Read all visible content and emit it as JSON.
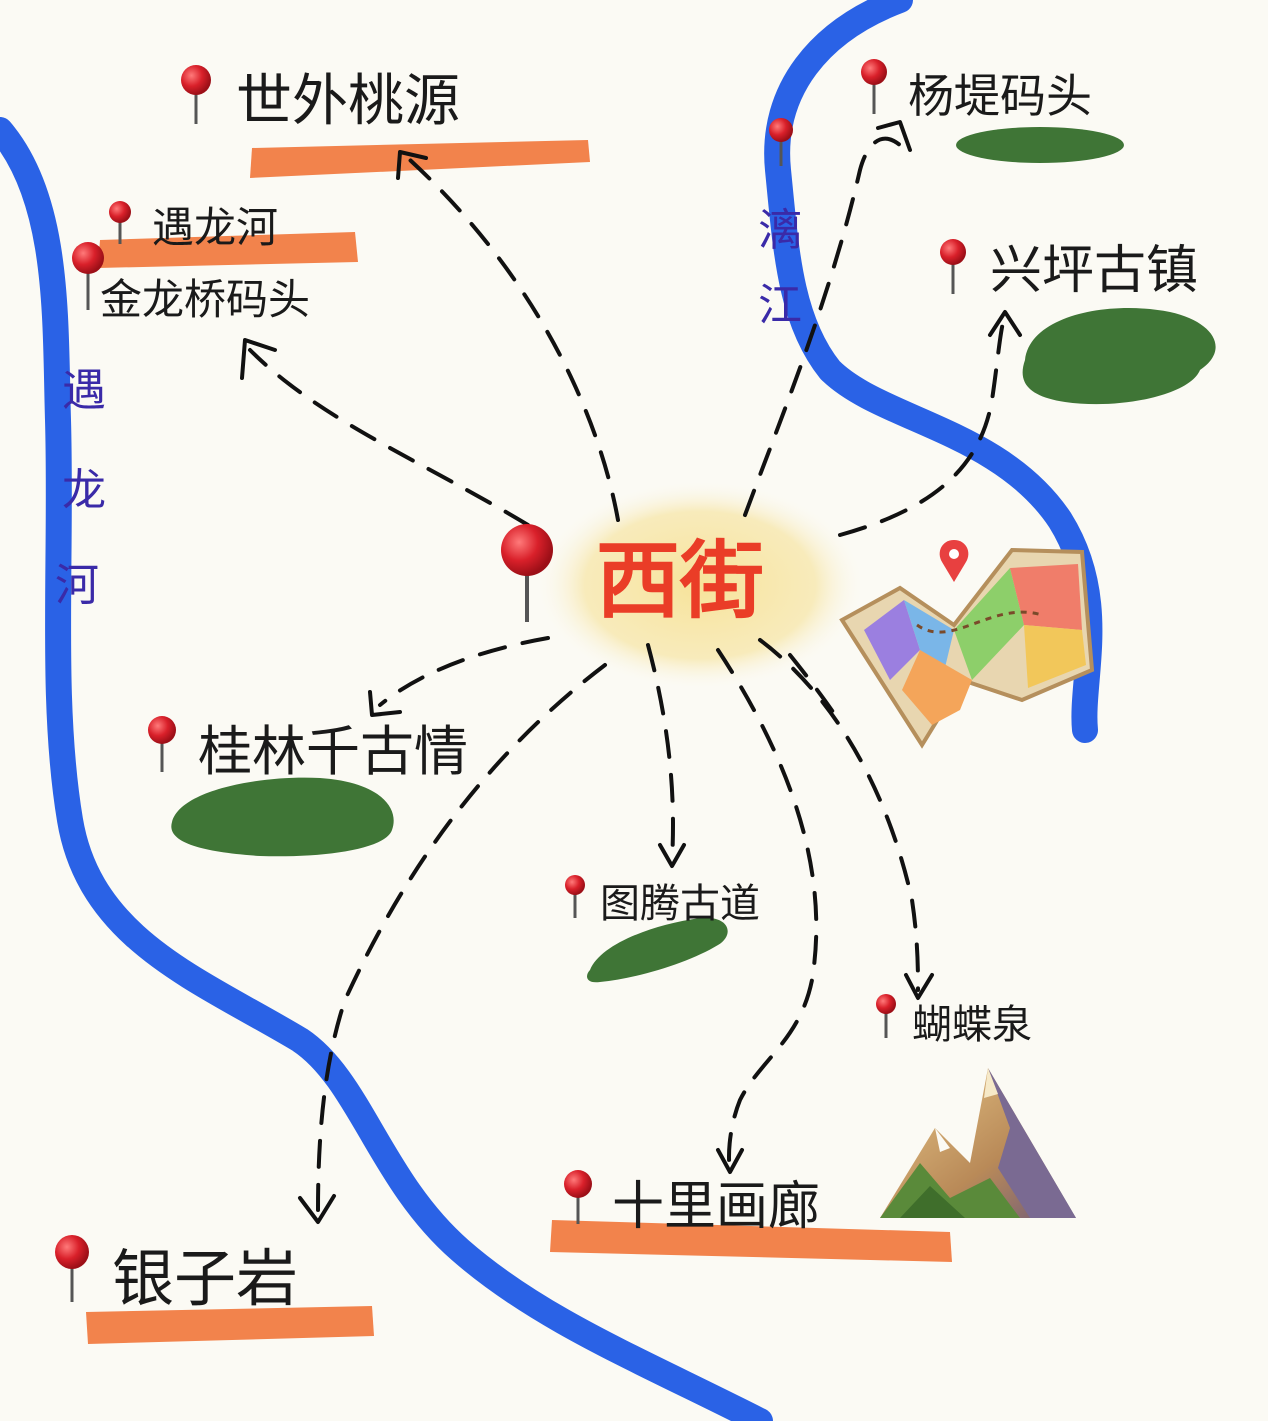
{
  "map": {
    "center": {
      "label": "西街"
    },
    "rivers": [
      {
        "name": "遇龙河",
        "chars": [
          "遇",
          "龙",
          "河"
        ]
      },
      {
        "name": "漓江",
        "chars": [
          "漓",
          "江"
        ]
      }
    ],
    "places": [
      {
        "id": "shiwai",
        "label": "世外桃源"
      },
      {
        "id": "yulonghe",
        "label": "遇龙河"
      },
      {
        "id": "jinlongqiao",
        "label": "金龙桥码头"
      },
      {
        "id": "yangdi",
        "label": "杨堤码头"
      },
      {
        "id": "xingping",
        "label": "兴坪古镇"
      },
      {
        "id": "qiangu",
        "label": "桂林千古情"
      },
      {
        "id": "tuteng",
        "label": "图腾古道"
      },
      {
        "id": "hudie",
        "label": "蝴蝶泉"
      },
      {
        "id": "shili",
        "label": "十里画廊"
      },
      {
        "id": "yinzi",
        "label": "银子岩"
      }
    ],
    "colors": {
      "river": "#2a62e6",
      "pin": "#d9202a",
      "highlight": "#f2834c",
      "green": "#3f7536",
      "center_glow": "#f5e29a",
      "center_text": "#ea3d27"
    },
    "icons": [
      "pin-icon",
      "folded-map-icon",
      "mountain-icon"
    ]
  }
}
